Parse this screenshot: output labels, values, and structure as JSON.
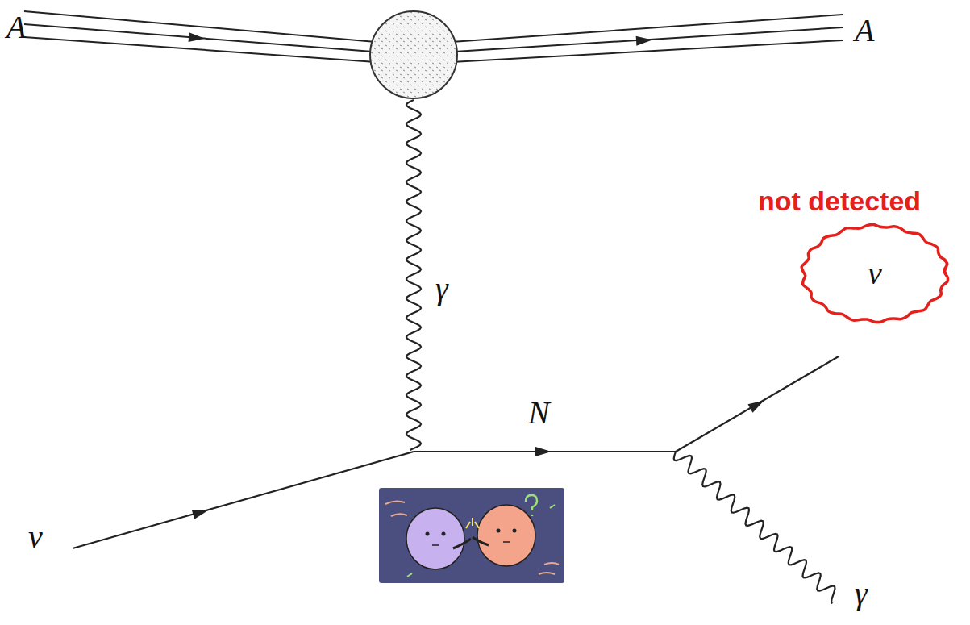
{
  "diagram": {
    "nodes": [
      {
        "text": [
          "ν"
        ]
      }
    ],
    "labels": [
      "A",
      "A",
      "not detected",
      "γ",
      "N",
      "ν",
      "γ"
    ]
  }
}
